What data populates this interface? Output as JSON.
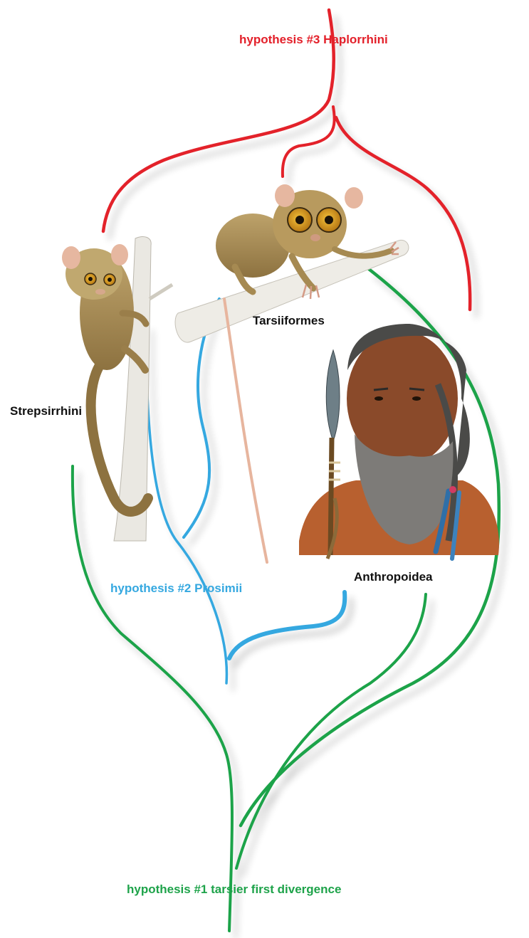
{
  "hypotheses": {
    "h3": {
      "label": "hypothesis #3 Haplorrhini",
      "color": "#e3202a"
    },
    "h2": {
      "label": "hypothesis #2 Prosimii",
      "color": "#35a8e0"
    },
    "h1": {
      "label": "hypothesis #1 tarsier first divergence",
      "color": "#1ea34a"
    }
  },
  "taxa": {
    "strepsirrhini": "Strepsirrhini",
    "tarsiiformes": "Tarsiiformes",
    "anthropoidea": "Anthropoidea"
  },
  "colors": {
    "label_text": "#111111",
    "fur": "#a88b52",
    "branch": "#e8e6e0",
    "skin": "#8a4a2a",
    "beard": "#7d7b78"
  }
}
